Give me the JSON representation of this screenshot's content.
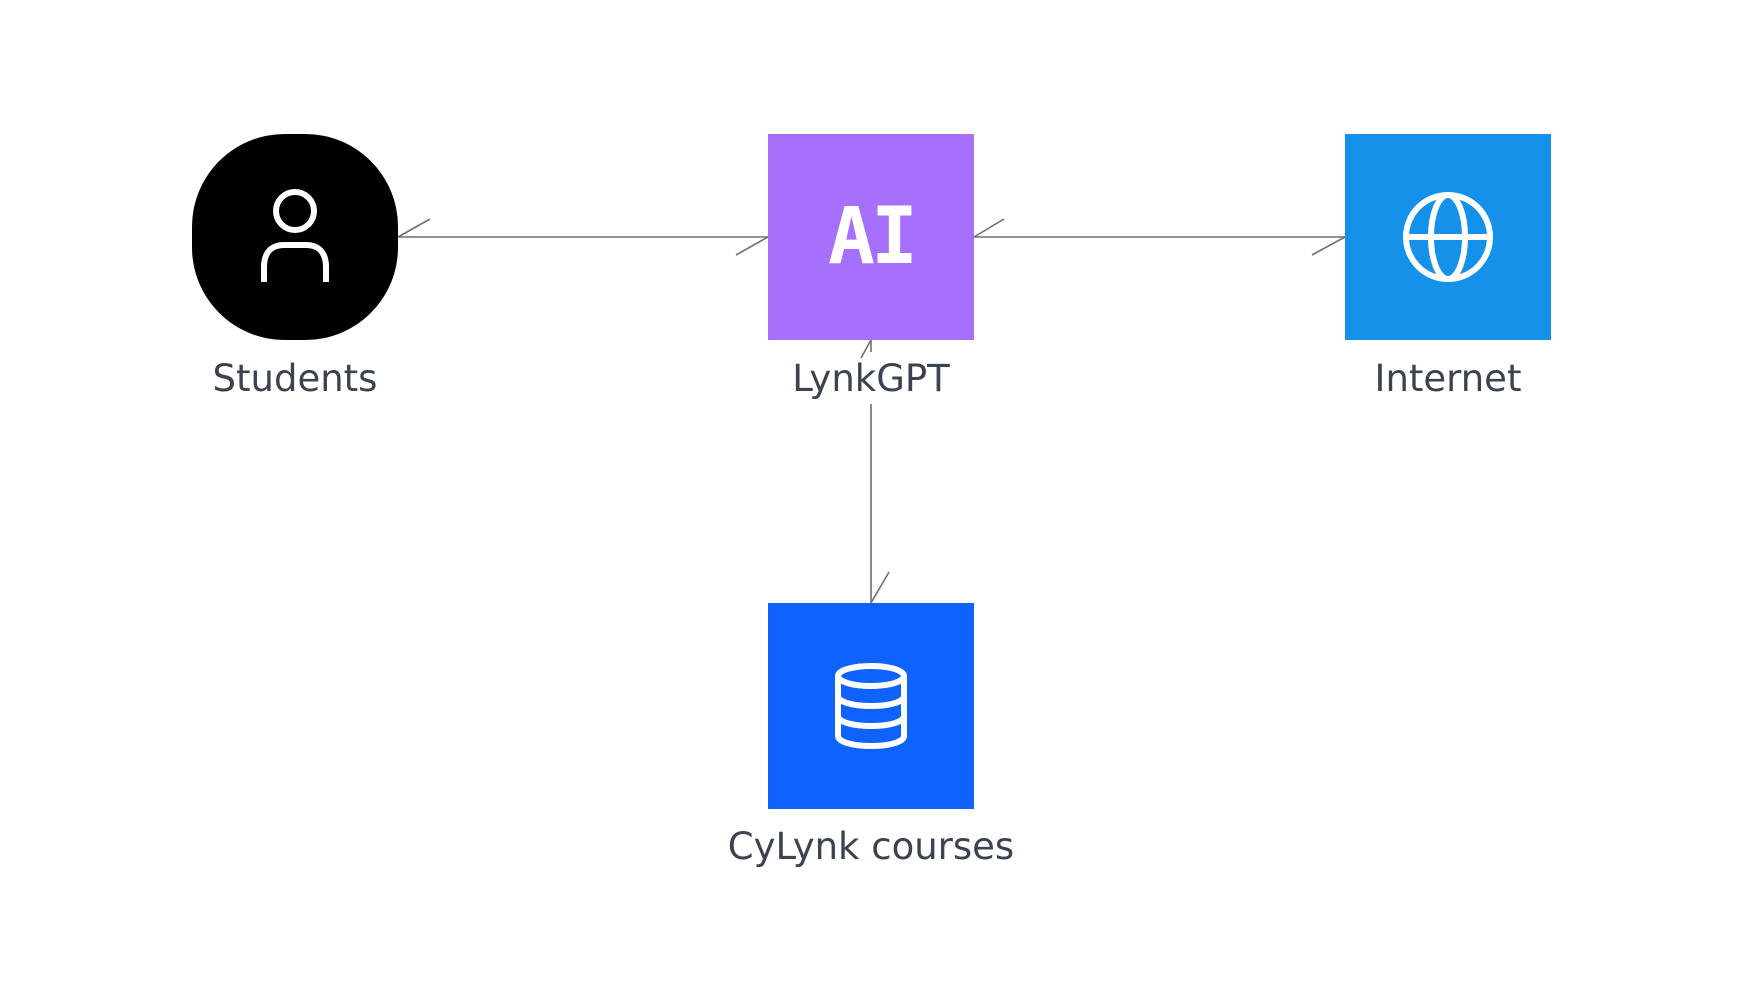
{
  "nodes": {
    "students": {
      "label": "Students",
      "color": "#000000",
      "icon": "user-icon"
    },
    "lynkgpt": {
      "label": "LynkGPT",
      "icon_text": "AI",
      "color": "#a66ffc",
      "icon": "ai-icon"
    },
    "internet": {
      "label": "Internet",
      "color": "#1591ea",
      "icon": "globe-icon"
    },
    "courses": {
      "label": "CyLynk courses",
      "color": "#0f62fe",
      "icon": "database-icon"
    }
  },
  "edges": [
    {
      "from": "students",
      "to": "lynkgpt"
    },
    {
      "from": "lynkgpt",
      "to": "internet"
    },
    {
      "from": "lynkgpt",
      "to": "courses"
    }
  ],
  "colors": {
    "connector": "#6f6f6f",
    "label": "#3c4350",
    "background": "#ffffff"
  }
}
